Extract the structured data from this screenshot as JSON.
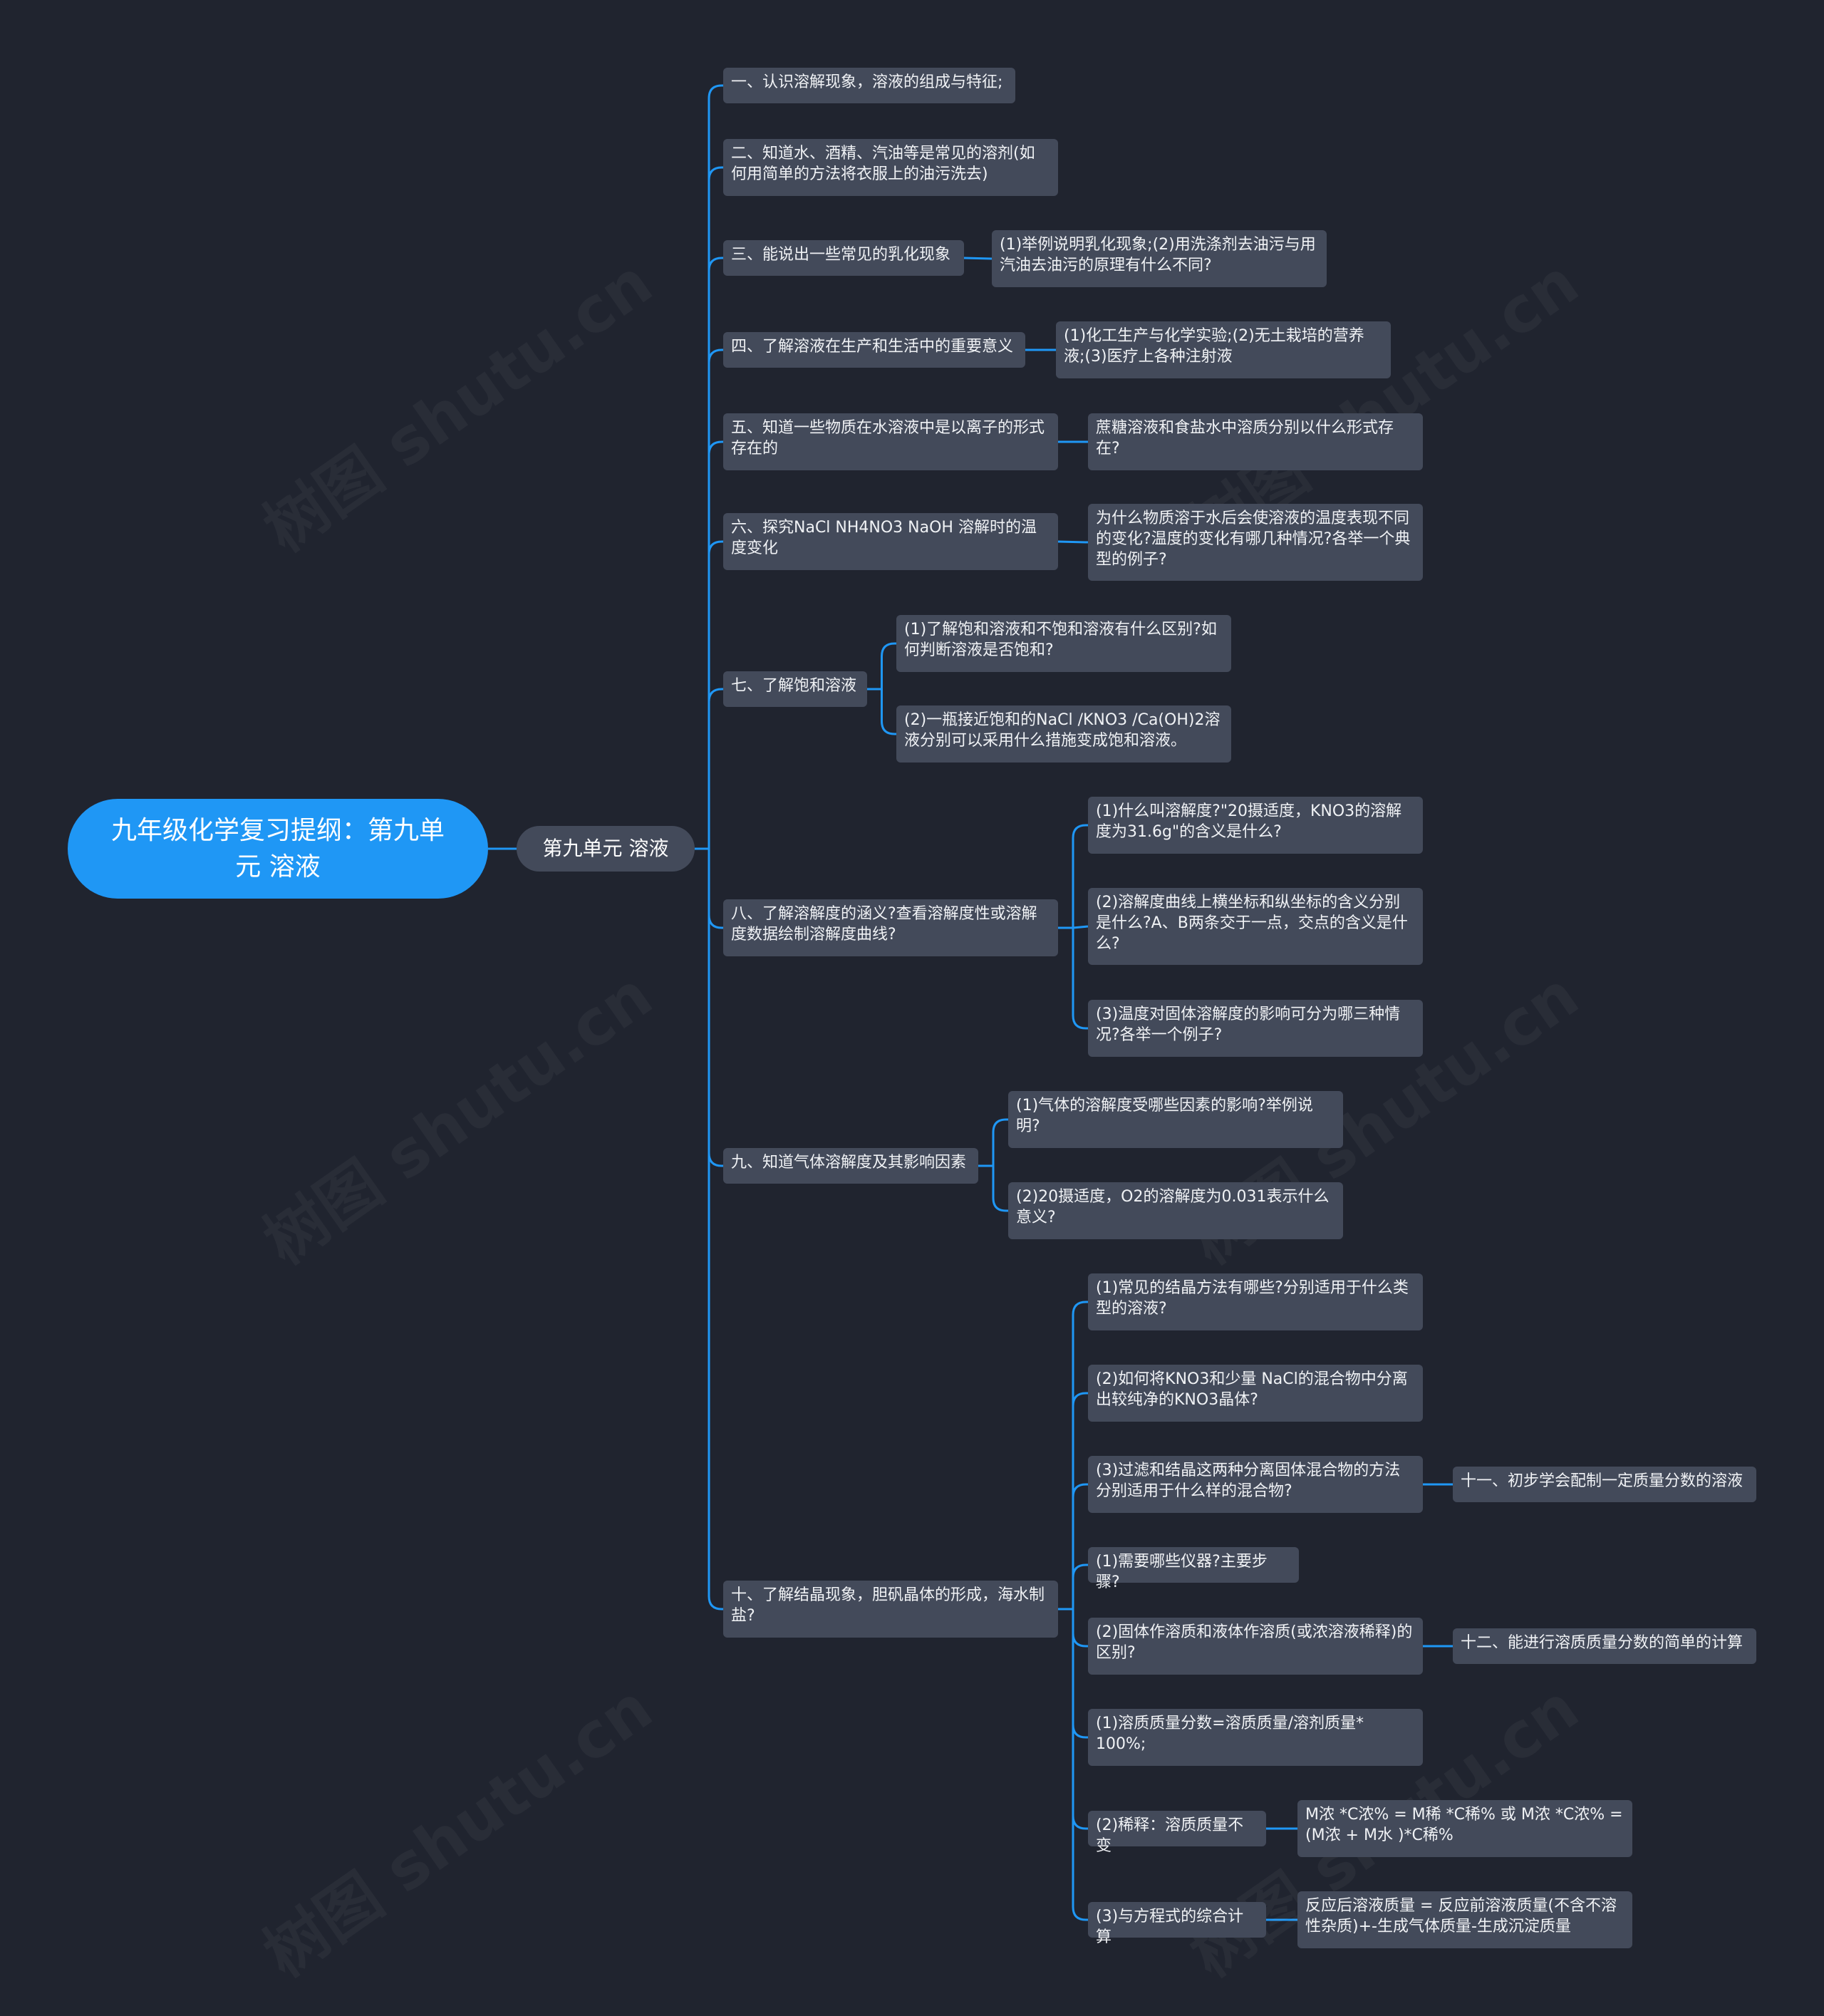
{
  "root": {
    "label": "九年级化学复习提纲：第九单元 溶液"
  },
  "sub": {
    "label": "第九单元 溶液"
  },
  "items": [
    "一、认识溶解现象，溶液的组成与特征;",
    "二、知道水、酒精、汽油等是常见的溶剂(如何用简单的方法将衣服上的油污洗去)",
    "三、能说出一些常见的乳化现象",
    "四、了解溶液在生产和生活中的重要意义",
    "五、知道一些物质在水溶液中是以离子的形式存在的",
    "六、探究NaCl NH4NO3 NaOH 溶解时的温度变化",
    "七、了解饱和溶液",
    "八、了解溶解度的涵义?查看溶解度性或溶解度数据绘制溶解度曲线?",
    "九、知道气体溶解度及其影响因素",
    "十、了解结晶现象，胆矾晶体的形成，海水制盐?"
  ],
  "details": {
    "c3": "(1)举例说明乳化现象;(2)用洗涤剂去油污与用汽油去油污的原理有什么不同?",
    "c4": "(1)化工生产与化学实验;(2)无土栽培的营养液;(3)医疗上各种注射液",
    "c5": "蔗糖溶液和食盐水中溶质分别以什么形式存在?",
    "c6": "为什么物质溶于水后会使溶液的温度表现不同的变化?温度的变化有哪几种情况?各举一个典型的例子?",
    "c7a": "(1)了解饱和溶液和不饱和溶液有什么区别?如何判断溶液是否饱和?",
    "c7b": "(2)一瓶接近饱和的NaCl /KNO3 /Ca(OH)2溶液分别可以采用什么措施变成饱和溶液。",
    "c8a": "(1)什么叫溶解度?\"20摄适度，KNO3的溶解度为31.6g\"的含义是什么?",
    "c8b": "(2)溶解度曲线上横坐标和纵坐标的含义分别是什么?A、B两条交于一点，交点的含义是什么?",
    "c8c": "(3)温度对固体溶解度的影响可分为哪三种情况?各举一个例子?",
    "c9a": "(1)气体的溶解度受哪些因素的影响?举例说明?",
    "c9b": "(2)20摄适度，O2的溶解度为0.031表示什么意义?",
    "c10a": "(1)常见的结晶方法有哪些?分别适用于什么类型的溶液?",
    "c10b": "(2)如何将KNO3和少量 NaCl的混合物中分离出较纯净的KNO3晶体?",
    "c10c": "(3)过滤和结晶这两种分离固体混合物的方法分别适用于什么样的混合物?",
    "c10d": "(1)需要哪些仪器?主要步骤?",
    "c10e": "(2)固体作溶质和液体作溶质(或浓溶液稀释)的区别?",
    "c10f": "(1)溶质质量分数=溶质质量/溶剂质量* 100%;",
    "c10g": "(2)稀释：溶质质量不变",
    "c10h": "(3)与方程式的综合计算",
    "g10c": "十一、初步学会配制一定质量分数的溶液",
    "g10e": "十二、能进行溶质质量分数的简单的计算",
    "g10g": "M浓 *C浓% = M稀 *C稀% 或 M浓 *C浓% =(M浓 + M水 )*C稀%",
    "g10h": "反应后溶液质量 = 反应前溶液质量(不含不溶性杂质)+-生成气体质量-生成沉淀质量"
  },
  "watermark": "树图 shutu.cn",
  "colors": {
    "background": "#20242f",
    "node": "#434a5a",
    "root": "#1f97f5",
    "edge": "#1f97f5"
  }
}
